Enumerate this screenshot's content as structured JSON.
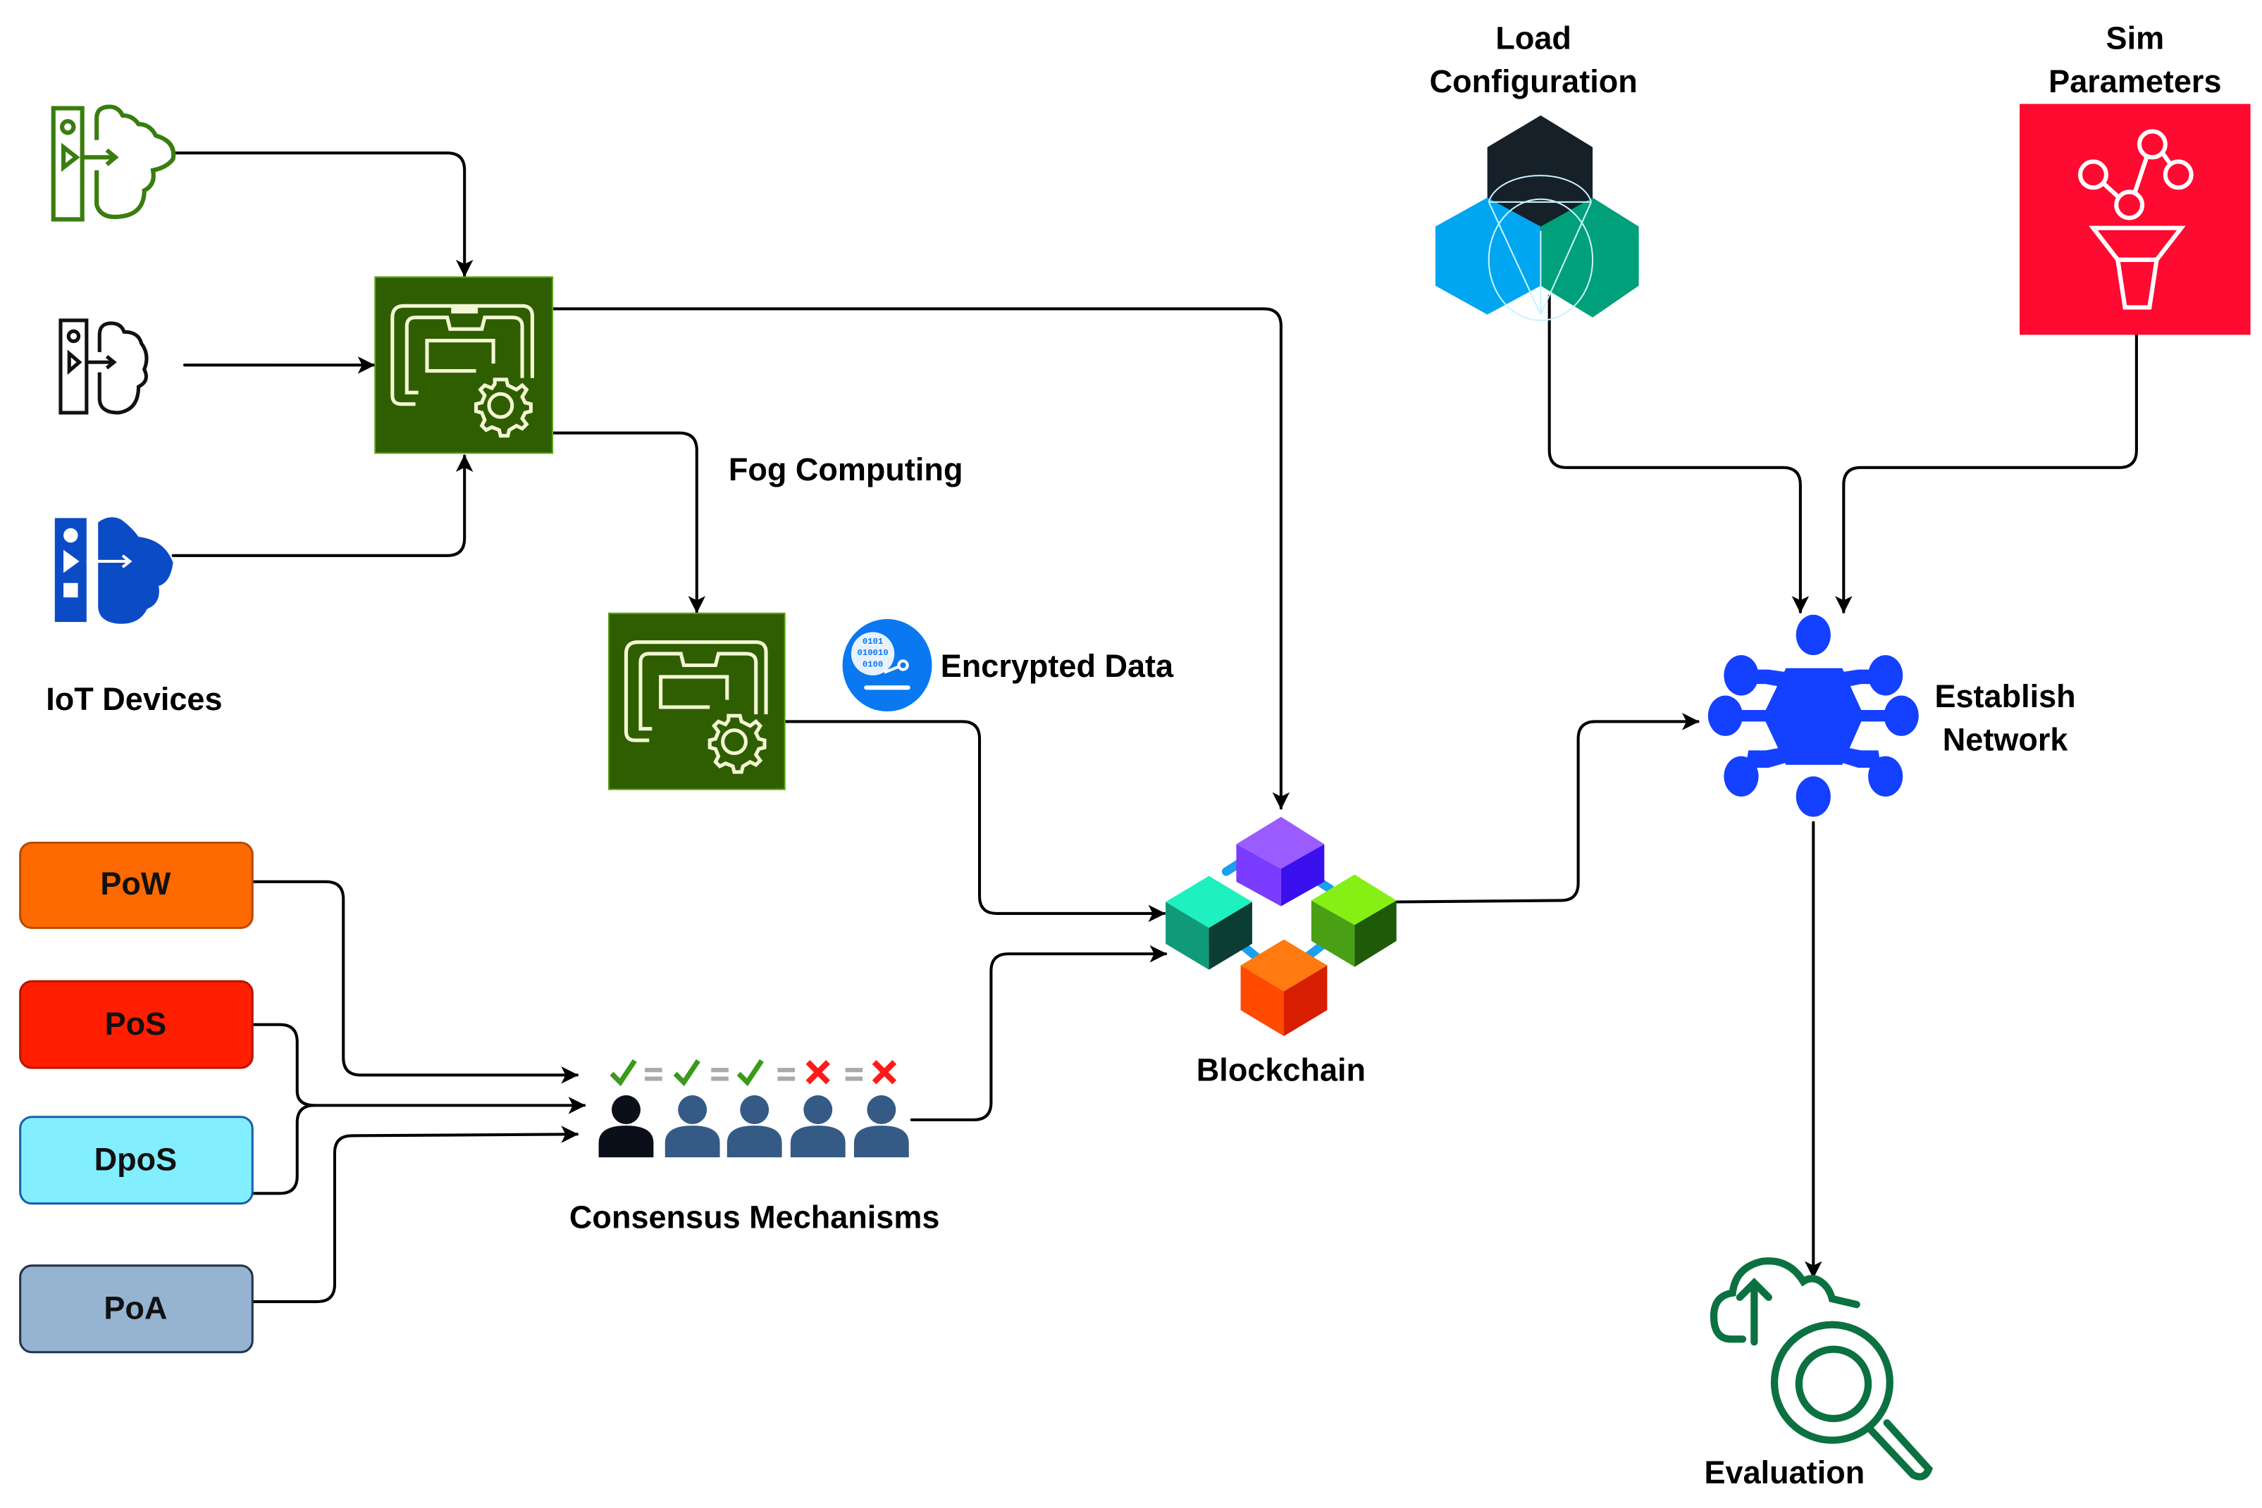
{
  "diagram": {
    "title": "Blockchain-based IoT Fog Computing Simulation Workflow",
    "nodes": {
      "iot_devices": {
        "label": "IoT Devices",
        "devices": [
          {
            "name": "iot-device-1",
            "color": "#3a7d0f"
          },
          {
            "name": "iot-device-2",
            "color": "#111111"
          },
          {
            "name": "iot-device-3",
            "color": "#0b4cc6"
          }
        ]
      },
      "fog_node_primary": {
        "label": "",
        "color": "#2f5e00"
      },
      "fog_node_secondary": {
        "label": "",
        "color": "#2f5e00"
      },
      "fog_computing": {
        "label": "Fog Computing"
      },
      "encrypted_data": {
        "label": "Encrypted Data",
        "color": "#0a78f0",
        "binary_lines": [
          "0101",
          "010010",
          "0100"
        ]
      },
      "blockchain": {
        "label": "Blockchain",
        "block_colors": [
          "#8a4cff",
          "#14c6a0",
          "#6fd01a",
          "#ff6a00"
        ]
      },
      "consensus": {
        "label": "Consensus Mechanisms",
        "votes": [
          "check",
          "check",
          "check",
          "cross",
          "cross"
        ],
        "mechanisms": [
          {
            "label": "PoW",
            "fill": "#ff6a00",
            "stroke": "#b84a00"
          },
          {
            "label": "PoS",
            "fill": "#ff1e00",
            "stroke": "#b81500"
          },
          {
            "label": "DpoS",
            "fill": "#82eeff",
            "stroke": "#1a5fa8"
          },
          {
            "label": "PoA",
            "fill": "#94b4d1",
            "stroke": "#22334a"
          }
        ]
      },
      "load_configuration": {
        "label_line1": "Load",
        "label_line2": "Configuration"
      },
      "sim_parameters": {
        "label_line1": "Sim",
        "label_line2": "Parameters",
        "color": "#ff0a30"
      },
      "establish_network": {
        "label_line1": "Establish",
        "label_line2": "Network",
        "color": "#1440ff"
      },
      "evaluation": {
        "label": "Evaluation",
        "color": "#0b7140"
      }
    },
    "edges": [
      {
        "from": "iot-device-1",
        "to": "fog_node_primary"
      },
      {
        "from": "iot-device-2",
        "to": "fog_node_primary"
      },
      {
        "from": "iot-device-3",
        "to": "fog_node_primary"
      },
      {
        "from": "fog_node_primary",
        "to": "fog_node_secondary"
      },
      {
        "from": "fog_node_primary",
        "to": "blockchain"
      },
      {
        "from": "fog_node_secondary",
        "to": "blockchain"
      },
      {
        "from": "PoW",
        "to": "consensus"
      },
      {
        "from": "PoS",
        "to": "consensus"
      },
      {
        "from": "DpoS",
        "to": "consensus"
      },
      {
        "from": "PoA",
        "to": "consensus"
      },
      {
        "from": "consensus",
        "to": "blockchain"
      },
      {
        "from": "blockchain",
        "to": "establish_network"
      },
      {
        "from": "load_configuration",
        "to": "establish_network"
      },
      {
        "from": "sim_parameters",
        "to": "establish_network"
      },
      {
        "from": "establish_network",
        "to": "evaluation"
      }
    ]
  }
}
